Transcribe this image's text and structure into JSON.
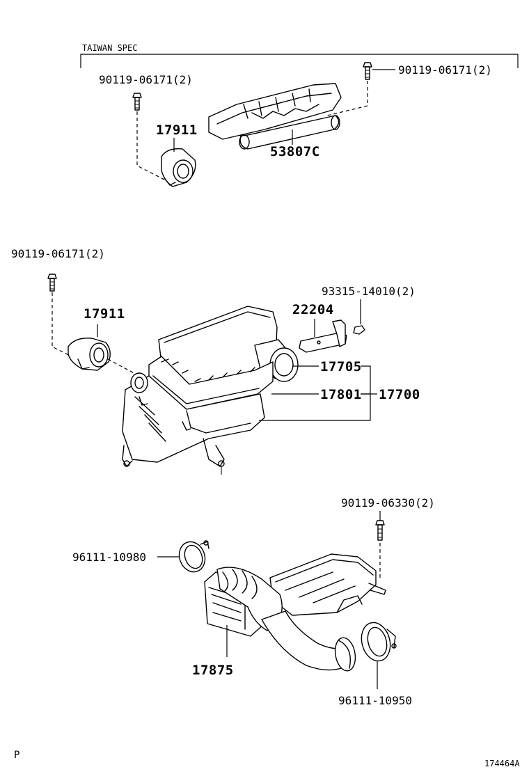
{
  "group_label": "TAIWAN SPEC",
  "labels": {
    "bolt_top_left": "90119-06171(2)",
    "bolt_top_right": "90119-06171(2)",
    "sensor_top": "17911",
    "duct_top": "53807C",
    "bolt_mid_left": "90119-06171(2)",
    "sensor_mid": "17911",
    "bracket": "22204",
    "screw_bracket": "93315-14010(2)",
    "cap_sub": "17705",
    "element": "17801",
    "cleaner_assy": "17700",
    "bolt_lower_right": "90119-06330(2)",
    "clamp_upper": "96111-10980",
    "hose": "17875",
    "clamp_lower": "96111-10950"
  },
  "footer": {
    "left_mark": "P",
    "figure_id": "174464A"
  }
}
